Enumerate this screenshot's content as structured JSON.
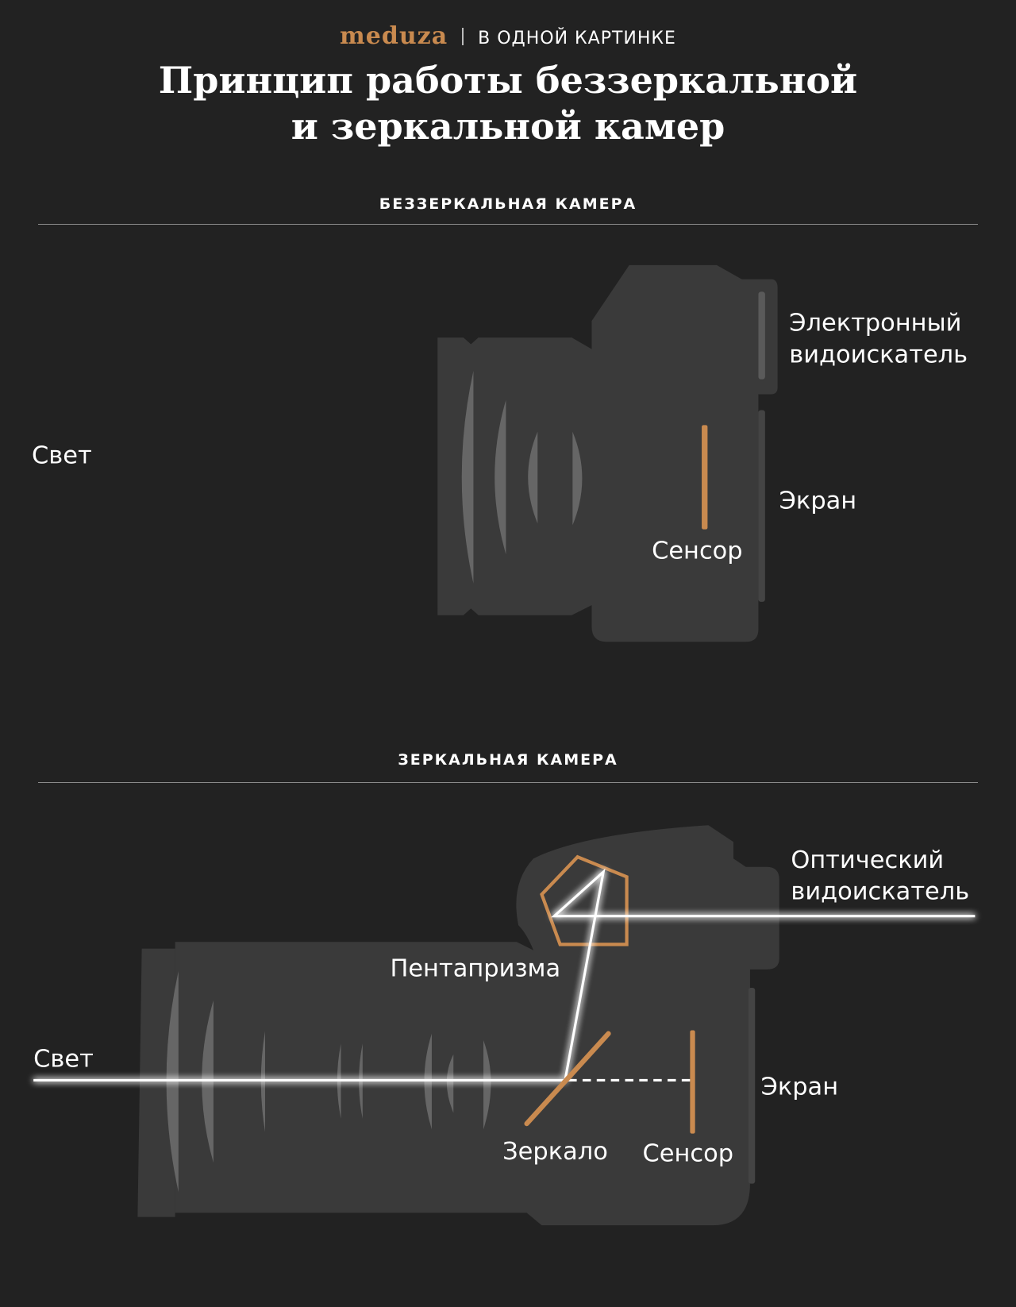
{
  "header": {
    "logo": "meduza",
    "kicker": "В ОДНОЙ КАРТИНКЕ"
  },
  "title": {
    "line1": "Принцип работы беззеркальной",
    "line2": "и зеркальной камер"
  },
  "mirrorless": {
    "heading": "БЕЗЗЕРКАЛЬНАЯ КАМЕРА",
    "light": "Свет",
    "viewfinder_line1": "Электронный",
    "viewfinder_line2": "видоискатель",
    "screen": "Экран",
    "sensor": "Сенсор"
  },
  "dslr": {
    "heading": "ЗЕРКАЛЬНАЯ КАМЕРА",
    "light": "Свет",
    "viewfinder_line1": "Оптический",
    "viewfinder_line2": "видоискатель",
    "pentaprism": "Пентапризма",
    "mirror": "Зеркало",
    "sensor": "Сенсор",
    "screen": "Экран"
  },
  "colors": {
    "background": "#222222",
    "body": "#3a3a3a",
    "accent": "#c98a4f",
    "lens": "#666666"
  }
}
